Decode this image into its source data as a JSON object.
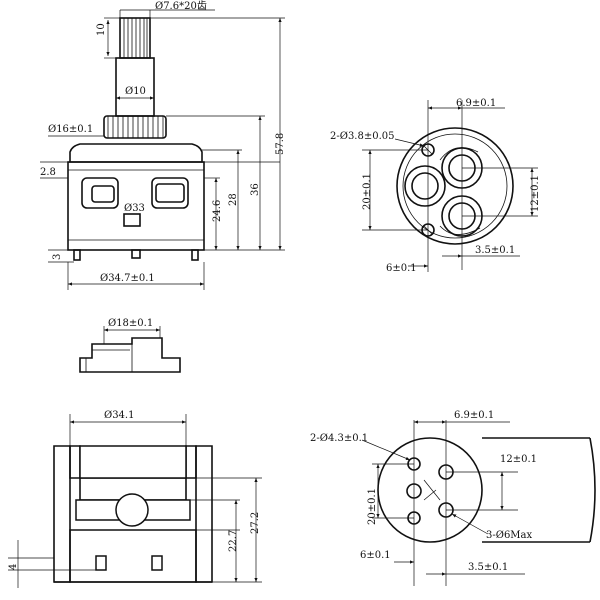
{
  "top_left_view": {
    "stem_label": "Ø7.6*20齿",
    "stem_height": "10",
    "neck_label": "Ø10",
    "collar_label": "Ø16±0.1",
    "ledge_label": "2.8",
    "window_label": "Ø33",
    "bottom_label": "3",
    "base_width": "Ø34.7±0.1",
    "h1": "24.6",
    "h2": "28",
    "h3": "36",
    "h4": "57.8"
  },
  "top_right_view": {
    "pin_label": "2-Ø3.8±0.05",
    "offset_top": "6.9±0.1",
    "height_left": "20±0.1",
    "height_right": "12±0.1",
    "offset_bottom_left": "6±0.1",
    "offset_bottom_right": "3.5±0.1"
  },
  "middle_view": {
    "width_label": "Ø18±0.1"
  },
  "bottom_left_view": {
    "width_label": "Ø34.1",
    "h_inner": "22.7",
    "h_outer": "27.2",
    "bottom_label": "4"
  },
  "bottom_right_view": {
    "holes_label": "2-Ø4.3±0.1",
    "offset_top": "6.9±0.1",
    "height_right": "12±0.1",
    "height_left": "20±0.1",
    "ports_label": "3-Ø6Max",
    "offset_bottom_left": "6±0.1",
    "offset_bottom_right": "3.5±0.1"
  }
}
